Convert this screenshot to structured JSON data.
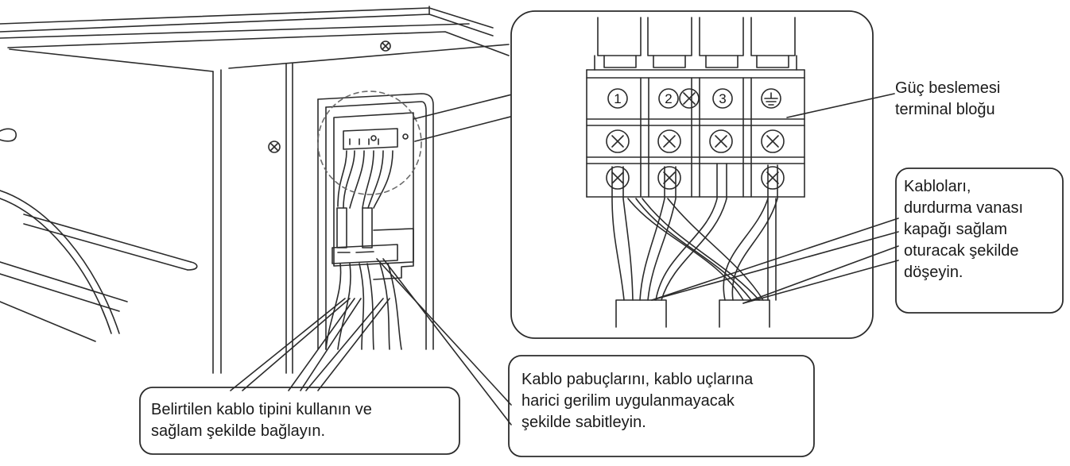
{
  "terminal_numbers": [
    "1",
    "2",
    "3"
  ],
  "labels": {
    "power_block": [
      "Güç beslemesi",
      "terminal bloğu"
    ],
    "cable_routing": [
      "Kabloları,",
      "durdurma vanası",
      "kapağı sağlam",
      "oturacak şekilde",
      "döşeyin."
    ],
    "cable_type": [
      "Belirtilen kablo tipini kullanın ve",
      "sağlam şekilde bağlayın."
    ],
    "cable_lugs": [
      "Kablo pabuçlarını, kablo uçlarına",
      "harici gerilim uygulanmayacak",
      "şekilde sabitleyin."
    ]
  }
}
